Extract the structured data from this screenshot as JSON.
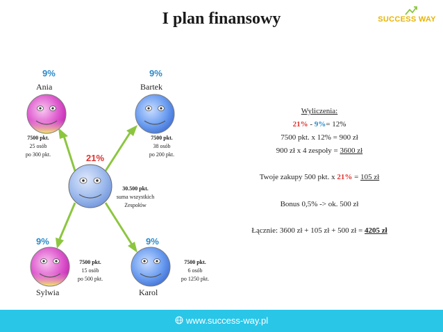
{
  "title": "I plan finansowy",
  "logo": {
    "text": "SUCCESS WAY"
  },
  "people": {
    "ania": {
      "pct": "9%",
      "name": "Ania",
      "pkt": "7500 pkt.",
      "osob": "25 osób",
      "po": "po 300 pkt."
    },
    "bartek": {
      "pct": "9%",
      "name": "Bartek",
      "pkt": "7500 pkt.",
      "osob": "38 osób",
      "po": "po 200 pkt."
    },
    "sylwia": {
      "pct": "9%",
      "name": "Sylwia",
      "pkt": "7500 pkt.",
      "osob": "15 osób",
      "po": "po 500 pkt."
    },
    "karol": {
      "pct": "9%",
      "name": "Karol",
      "pkt": "7500 pkt.",
      "osob": "6 osób",
      "po": "po 1250 pkt."
    }
  },
  "center": {
    "pct": "21%",
    "pkt": "30.500 pkt.",
    "line1": "suma wszystkich",
    "line2": "Zespołów"
  },
  "calc": {
    "heading": "Wyliczenia:",
    "line1_red": "21%",
    "line1_sep": " - ",
    "line1_blue": "9%",
    "line1_rest": "= 12%",
    "line2": "7500 pkt. x 12% = 900 zł",
    "line3_pre": "900 zł x 4 zespoły = ",
    "line3_u": "3600 zł",
    "line4_pre": "Twoje zakupy 500 pkt. x ",
    "line4_red": "21%",
    "line4_eq": " = ",
    "line4_u": "105 zł",
    "line5": "Bonus 0,5% -> ok. 500 zł",
    "line6_pre": "Łącznie: 3600 zł + 105 zł + 500 zł = ",
    "line6_u": "4205 zł"
  },
  "footer": {
    "url": "www.success-way.pl"
  },
  "colors": {
    "accent": "#29c6e8",
    "arrow": "#8cc63f",
    "red": "#e0322e",
    "blue": "#2a8ac9"
  }
}
